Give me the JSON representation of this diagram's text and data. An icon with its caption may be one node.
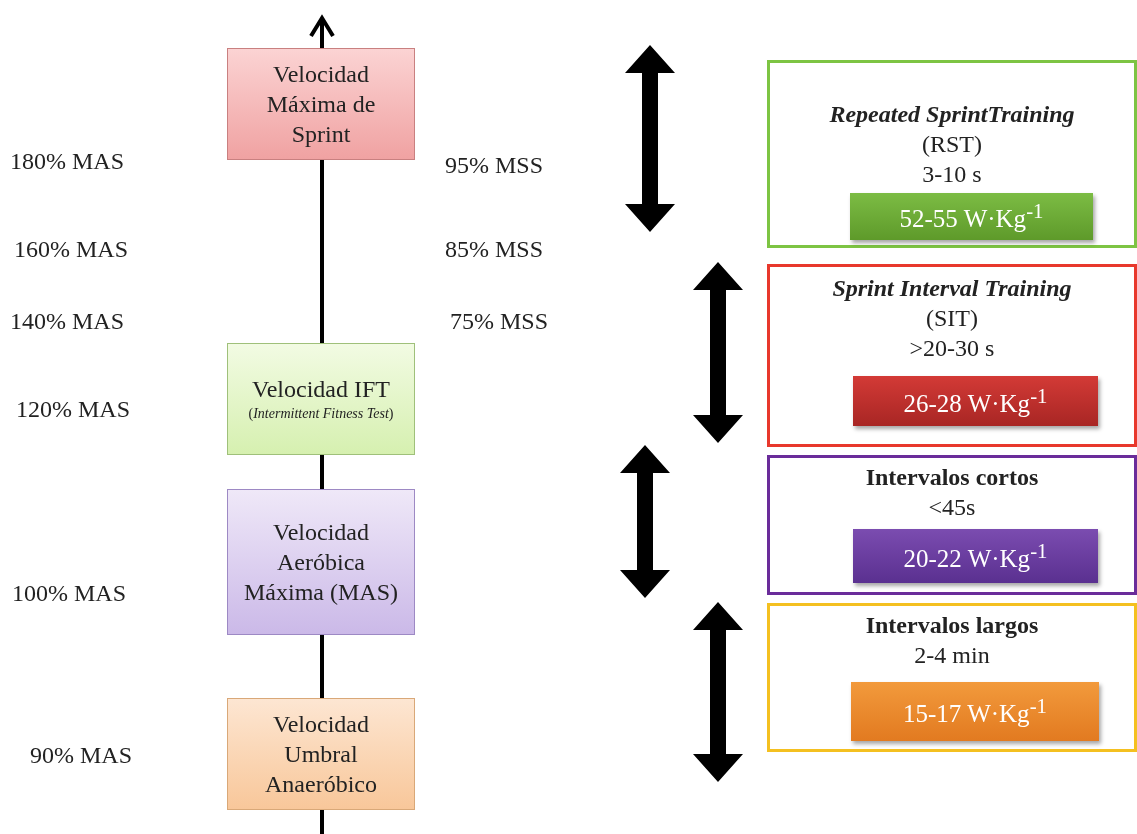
{
  "diagram": {
    "nodes": [
      {
        "text": [
          "Velocidad Máxima de Sprint"
        ]
      },
      {
        "text": [
          "Velocidad IFT",
          "(*Intermittent Fitness Test*)"
        ]
      },
      {
        "text": [
          "Velocidad Aeróbica Máxima (MAS)"
        ]
      },
      {
        "text": [
          "Velocidad Umbral Anaeróbico"
        ]
      },
      {
        "text": [
          "Repeated SprintTraining",
          "(RST)",
          "3-10 s"
        ]
      },
      {
        "text": [
          "52-55 W·Kg$^{-1}$"
        ],
        "in": 4
      },
      {
        "text": [
          "Sprint Interval Training",
          "(SIT)",
          ">20-30 s"
        ]
      },
      {
        "text": [
          "26-28 W·Kg$^{-1}$"
        ],
        "in": 6
      },
      {
        "text": [
          "Intervalos cortos",
          "<45s"
        ]
      },
      {
        "text": [
          "20-22 W·Kg$^{-1}$"
        ],
        "in": 8
      },
      {
        "text": [
          "Intervalos largos",
          "2-4 min"
        ]
      },
      {
        "text": [
          "15-17 W·Kg$^{-1}$"
        ],
        "in": 10
      }
    ],
    "labels": [
      "180% MAS",
      "95% MSS",
      "160% MAS",
      "85% MSS",
      "140% MAS",
      "75% MSS",
      "120% MAS",
      "100% MAS",
      "90% MAS"
    ]
  }
}
